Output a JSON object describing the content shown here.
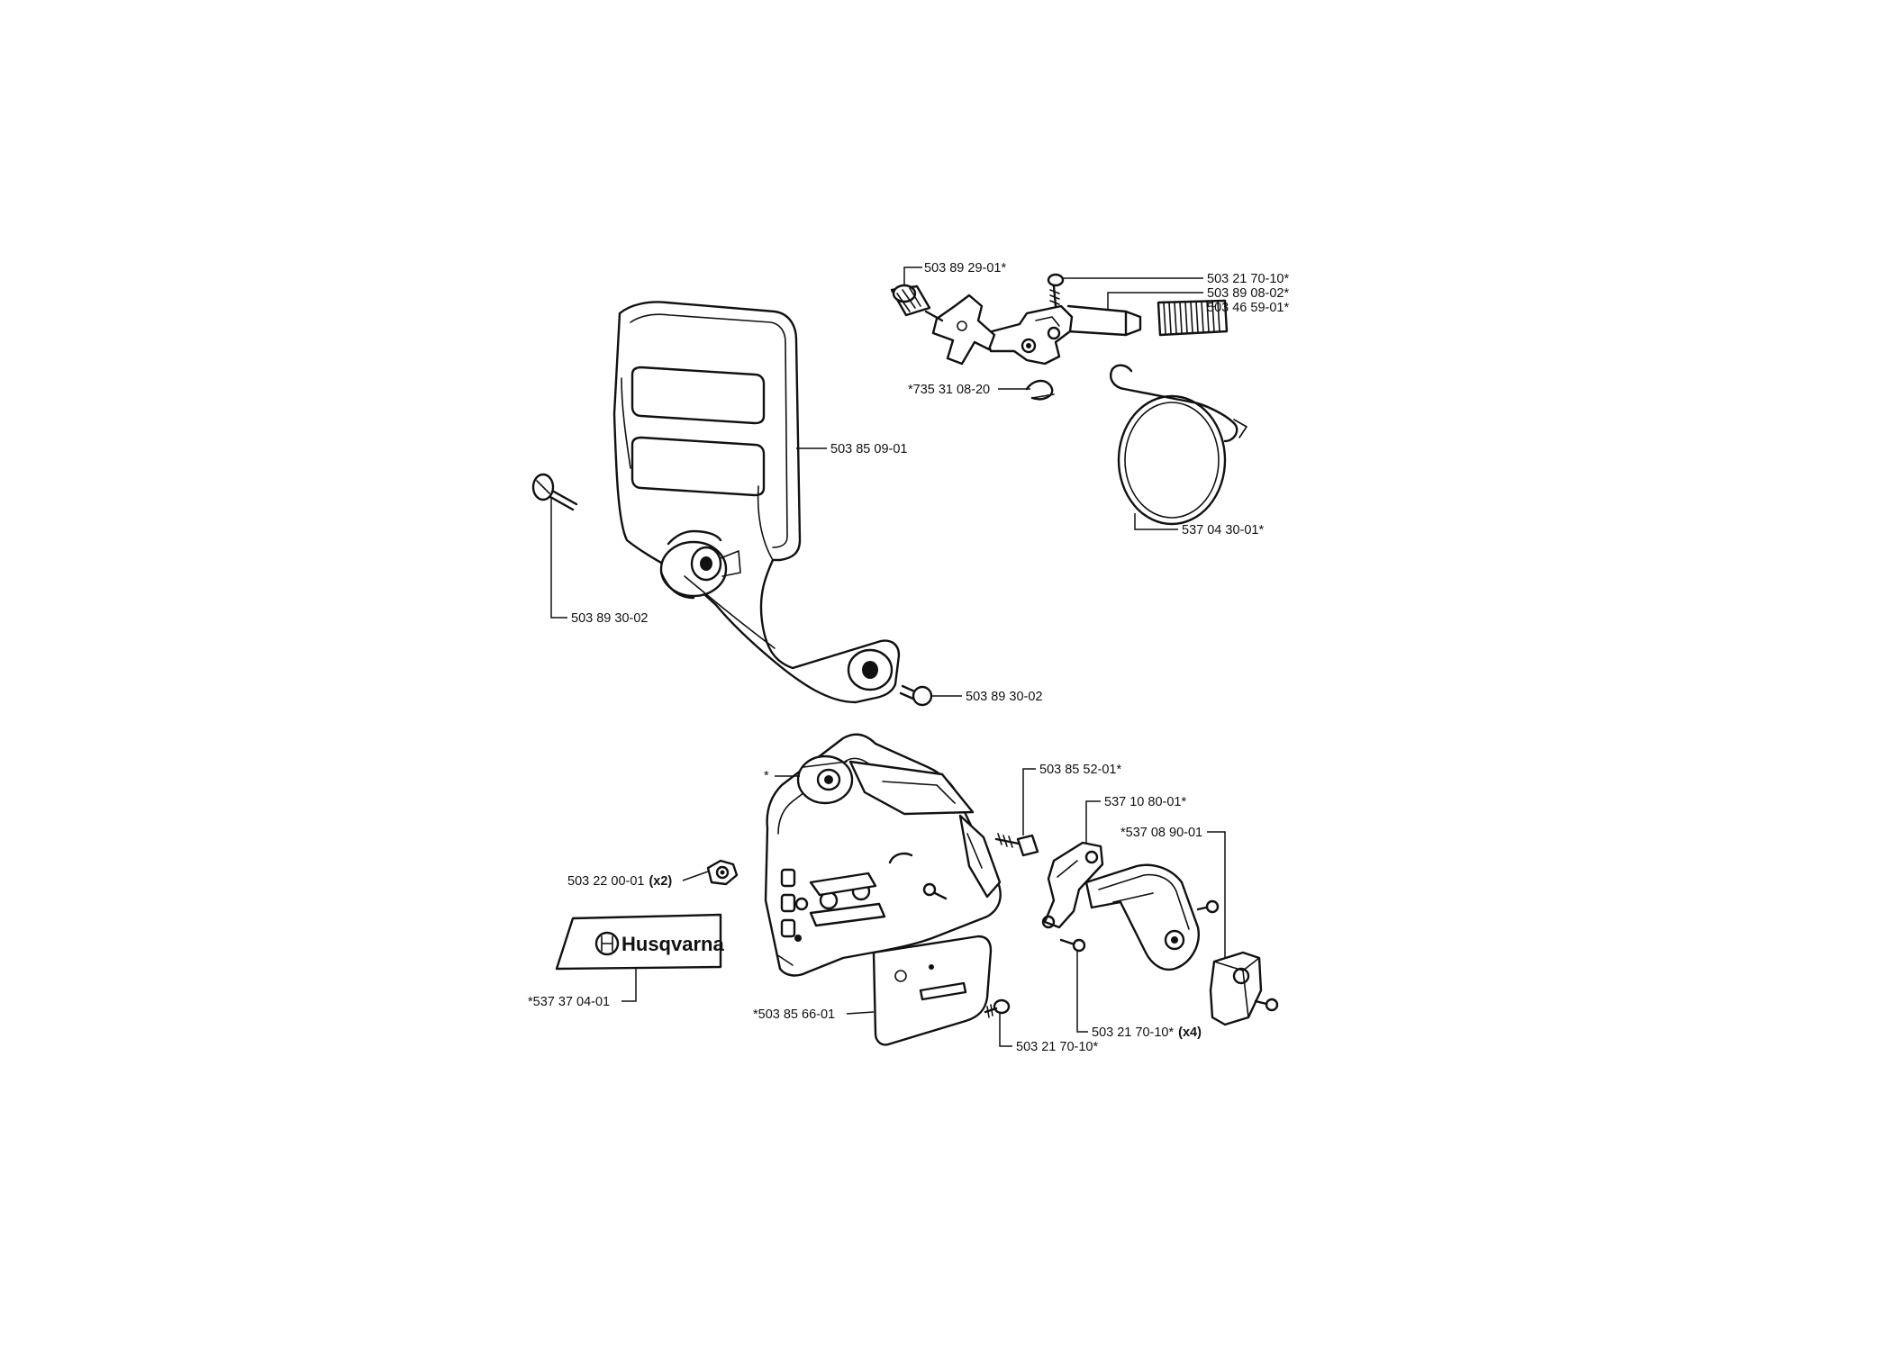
{
  "parts": {
    "p_503_89_29_01": "503 89 29-01*",
    "p_503_21_70_10_top": "503 21 70-10*",
    "p_503_89_08_02": "503 89 08-02*",
    "p_503_46_59_01": "503 46 59-01*",
    "p_735_31_08_20": "*735 31 08-20",
    "p_503_85_09_01": "503 85 09-01",
    "p_537_04_30_01": "537 04 30-01*",
    "p_503_89_30_02_left": "503 89 30-02",
    "p_503_89_30_02_right": "503 89 30-02",
    "p_star": "*",
    "p_503_85_52_01": "503 85 52-01*",
    "p_537_10_80_01": "537 10 80-01*",
    "p_537_08_90_01": "*537 08 90-01",
    "p_503_22_00_01": "503 22 00-01",
    "p_503_22_00_01_qty": "(x2)",
    "p_537_37_04_01": "*537 37 04-01",
    "p_503_85_66_01": "*503 85 66-01",
    "p_503_21_70_10_bottom": "503 21 70-10*",
    "p_503_21_70_10_x4": "503 21 70-10*",
    "p_503_21_70_10_x4_qty": "(x4)"
  },
  "decal": {
    "brand": "Husqvarna",
    "icon": "husqvarna-crown-h-icon"
  }
}
